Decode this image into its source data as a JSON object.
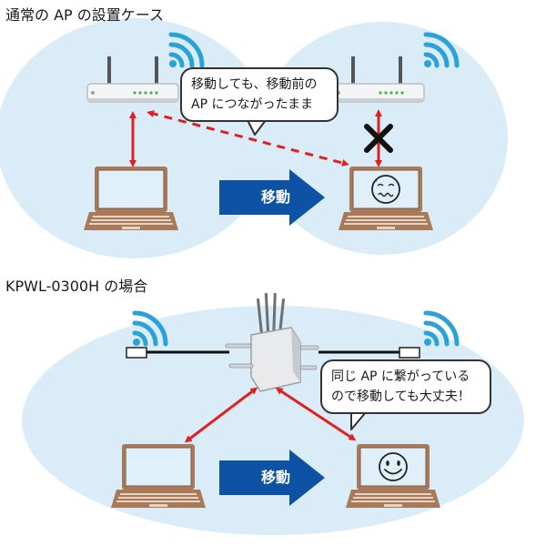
{
  "diagram": {
    "title_top": "通常の AP の設置ケース",
    "title_bottom": "KPWL-0300H の場合",
    "move_label_top": "移動",
    "move_label_bottom": "移動",
    "bubble_top": {
      "line1": "移動しても、移動前の",
      "line2": "AP につながったまま"
    },
    "bubble_bottom": {
      "line1": "同じ AP に繋がっている",
      "line2": "ので移動しても大丈夫！"
    },
    "colors": {
      "area": "#d9ecf7",
      "wifi": "#2aa2d9",
      "link": "#e02020",
      "move_arrow": "#0d52a5",
      "laptop_frame": "#a87a5a",
      "laptop_screen": "#dff0fa",
      "cable": "#111111"
    },
    "icons": [
      "wifi-icon",
      "router-icon",
      "laptop-icon",
      "sad-face-icon",
      "smile-face-icon",
      "x-mark-icon",
      "kpwl-ap-icon",
      "antenna-icon"
    ]
  }
}
